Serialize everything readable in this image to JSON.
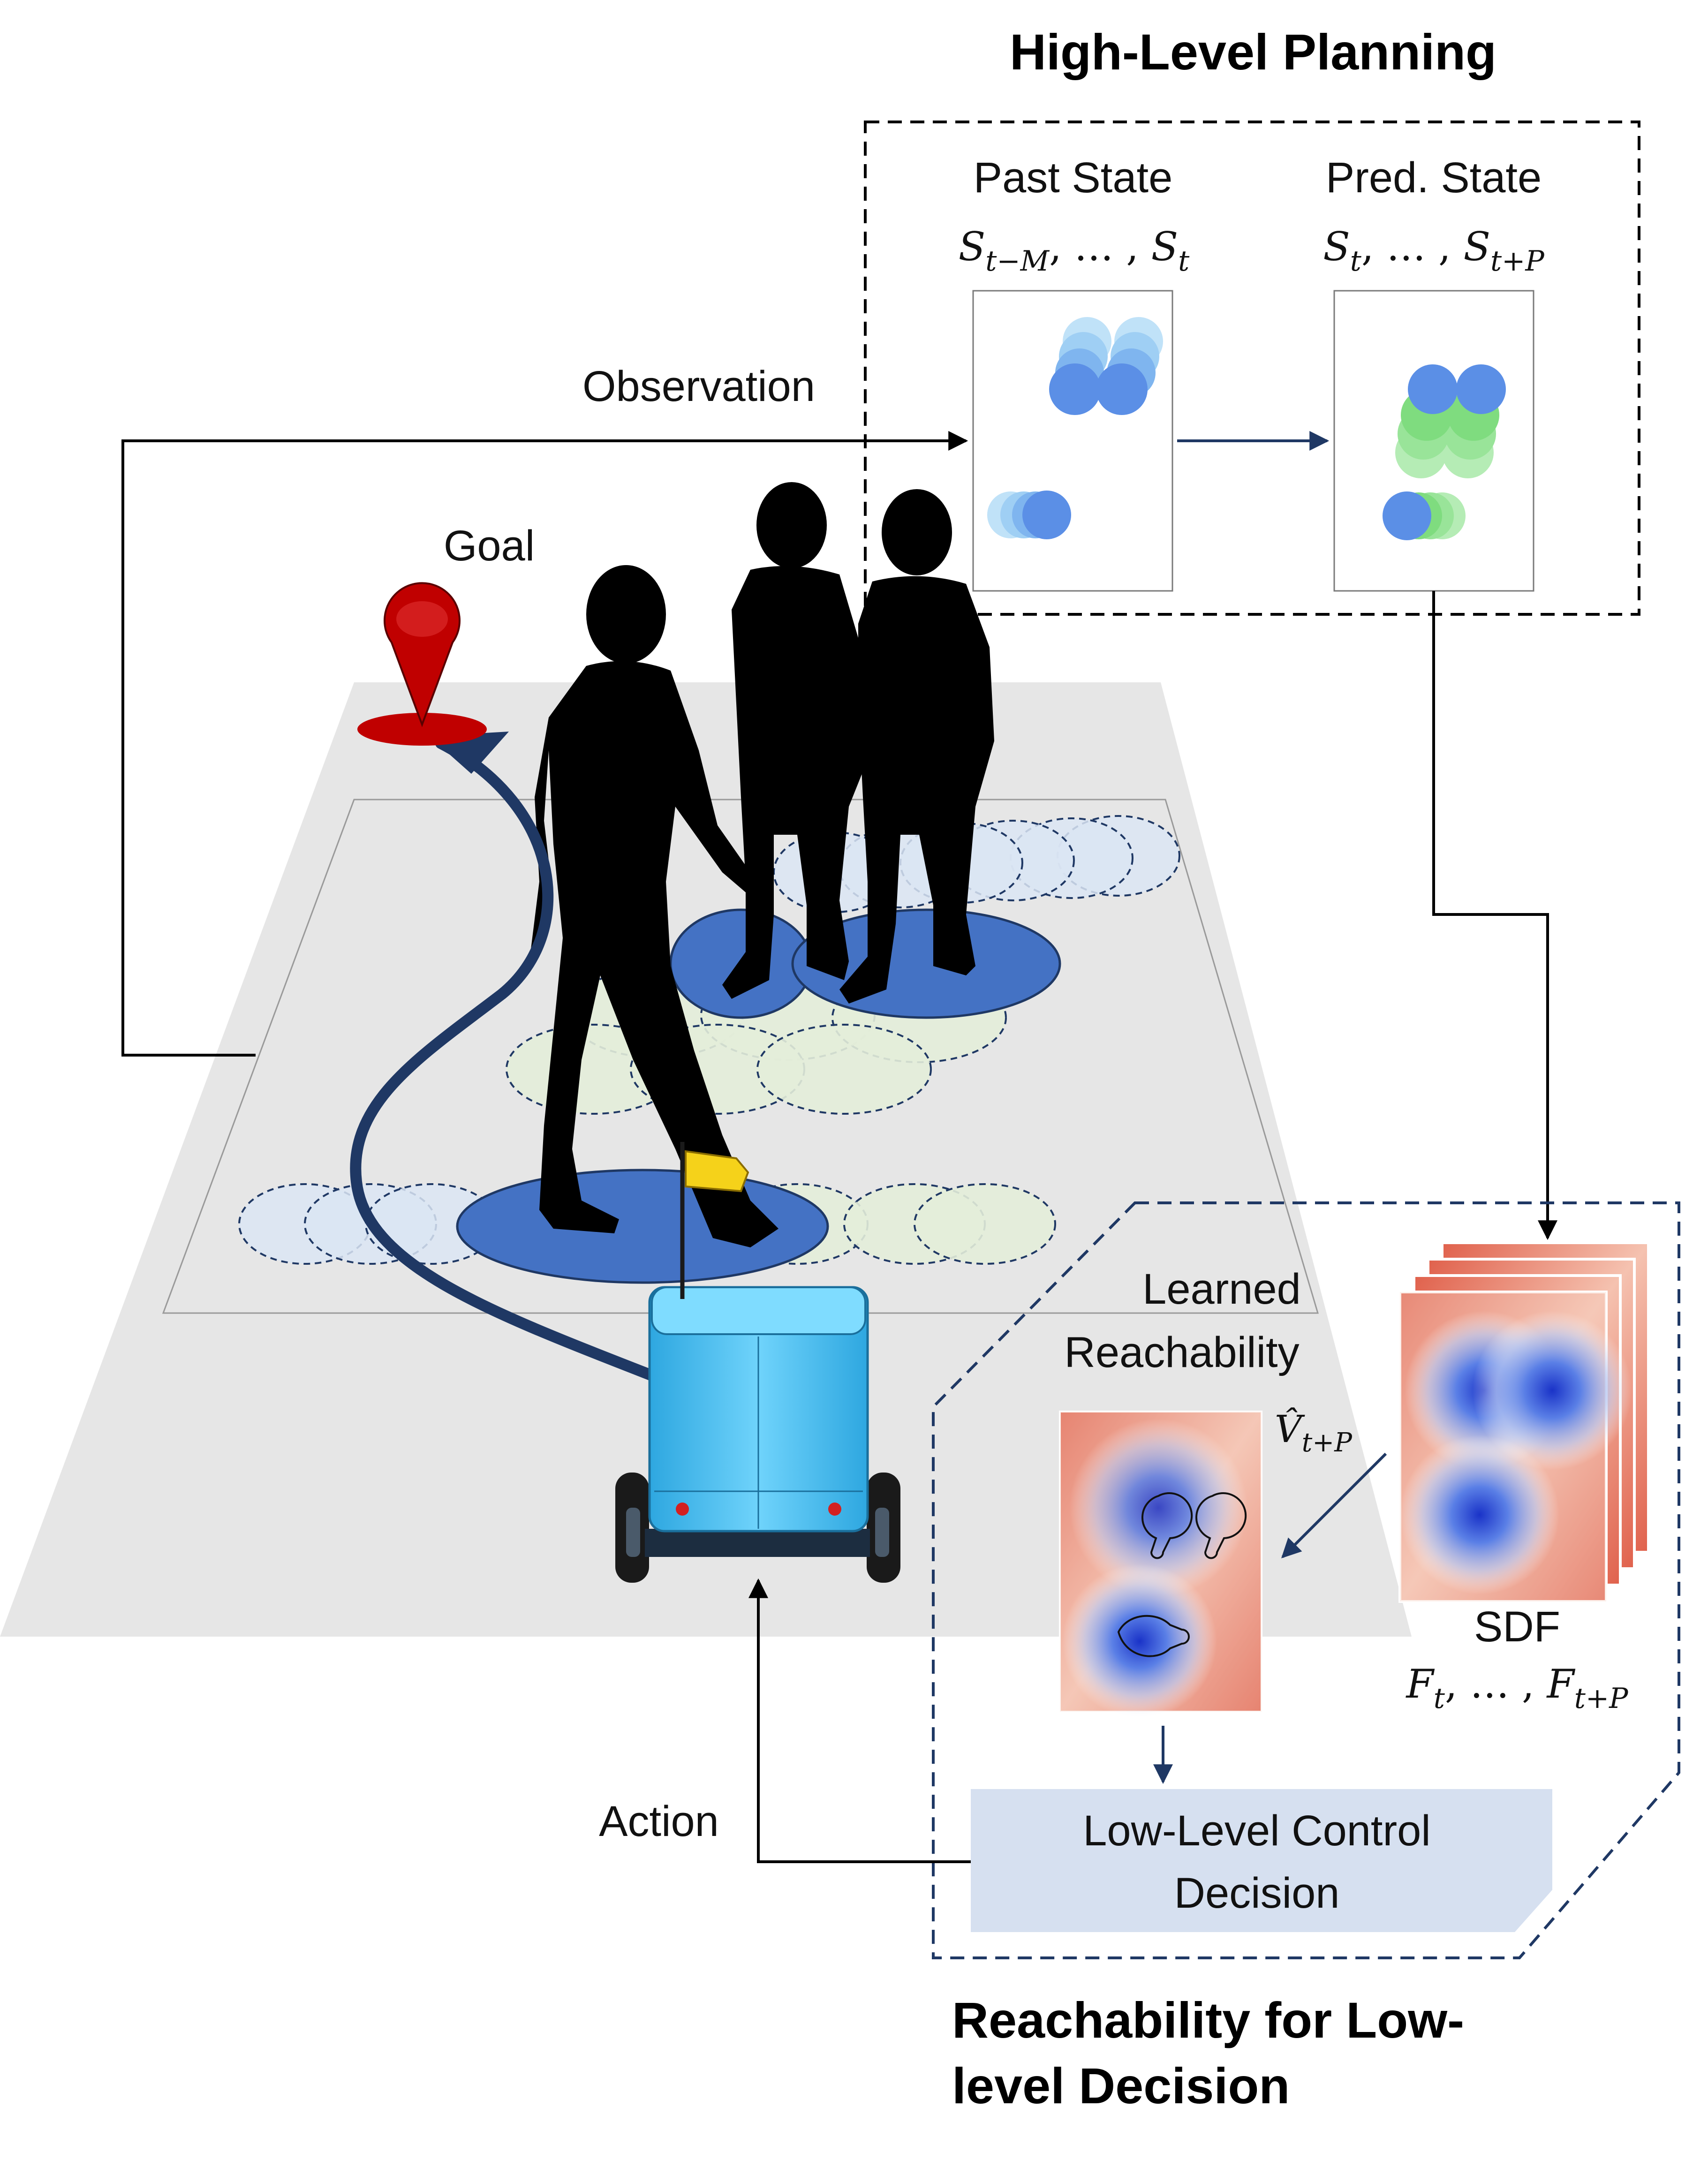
{
  "titles": {
    "high_level": "High-Level Planning",
    "low_level_line1": "Reachability for Low-",
    "low_level_line2": "level Decision"
  },
  "states": {
    "past_label": "Past State",
    "pred_label": "Pred. State",
    "past_math": {
      "base": "S",
      "sub_first": "t−M",
      "mid": ", … , ",
      "sub_last": "t"
    },
    "pred_math": {
      "base": "S",
      "sub_first": "t",
      "mid": ", … , ",
      "sub_last": "t+P"
    }
  },
  "flow_labels": {
    "observation": "Observation",
    "goal": "Goal",
    "action": "Action"
  },
  "reachability": {
    "label_line1": "Learned",
    "label_line2": "Reachability",
    "value_math": {
      "base": "V̂",
      "sub": "t+P"
    }
  },
  "sdf": {
    "label": "SDF",
    "math": {
      "base": "F",
      "sub_first": "t",
      "mid": ", … , ",
      "sub_last": "t+P"
    }
  },
  "control": {
    "line1": "Low-Level Control",
    "line2": "Decision"
  },
  "colors": {
    "human_disc": "#4472c4",
    "past_circle": "#5b8fe6",
    "pred_circle": "#7fdc7f",
    "arrow_navy": "#1f3864",
    "goal_red": "#c00000",
    "robot_body": "#4cc3f5",
    "control_box": "#d6e0f0"
  }
}
